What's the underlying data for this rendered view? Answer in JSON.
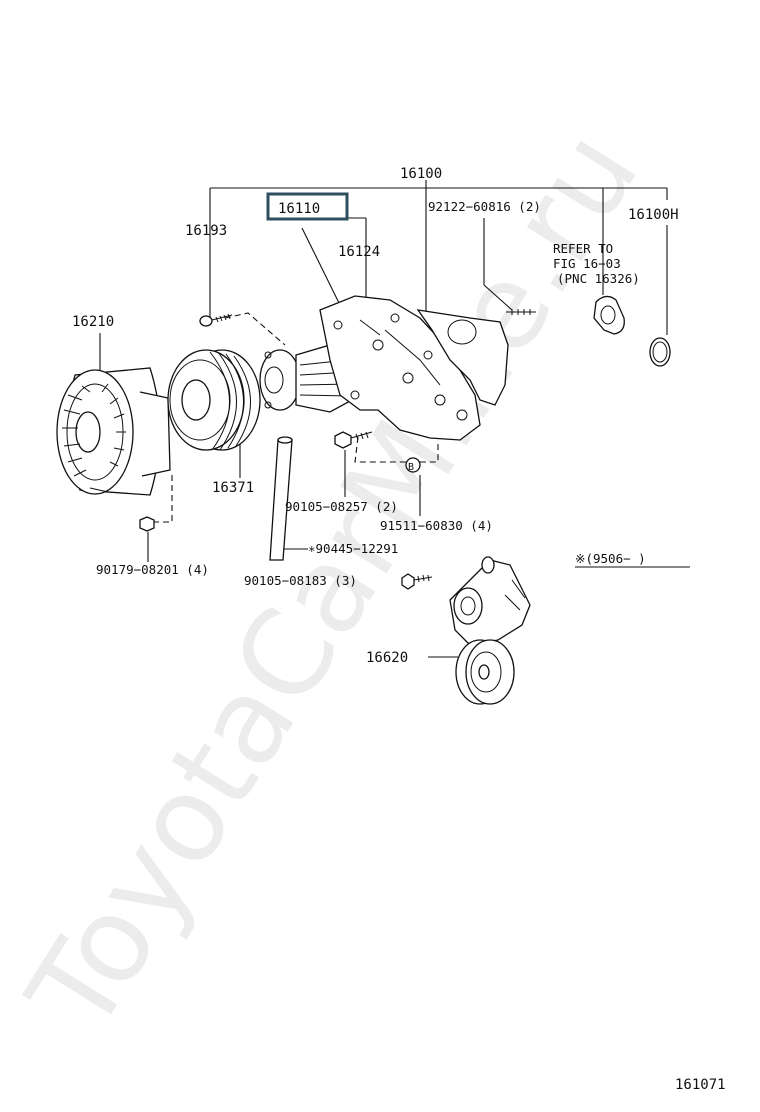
{
  "watermark": "ToyotaCarMine.ru",
  "labels": {
    "p16100": "16100",
    "p16110": "16110",
    "p16193": "16193",
    "p16124": "16124",
    "p92122": "92122−60816 (2)",
    "p16100h": "16100H",
    "refer1": "REFER TO",
    "refer2": "FIG 16−03",
    "refer3": "(PNC 16326)",
    "p16210": "16210",
    "p16371": "16371",
    "p90105a": "90105−08257 (2)",
    "p91511": "91511−60830 (4)",
    "p90179": "90179−08201 (4)",
    "p90445": "∗90445−12291",
    "p90105b": "90105−08183 (3)",
    "note": "※(9506−      )",
    "p16620": "16620",
    "marker_b": "B",
    "fig_no": "161071"
  },
  "highlight": {
    "part": "16110",
    "color": "#2f4f5f"
  }
}
